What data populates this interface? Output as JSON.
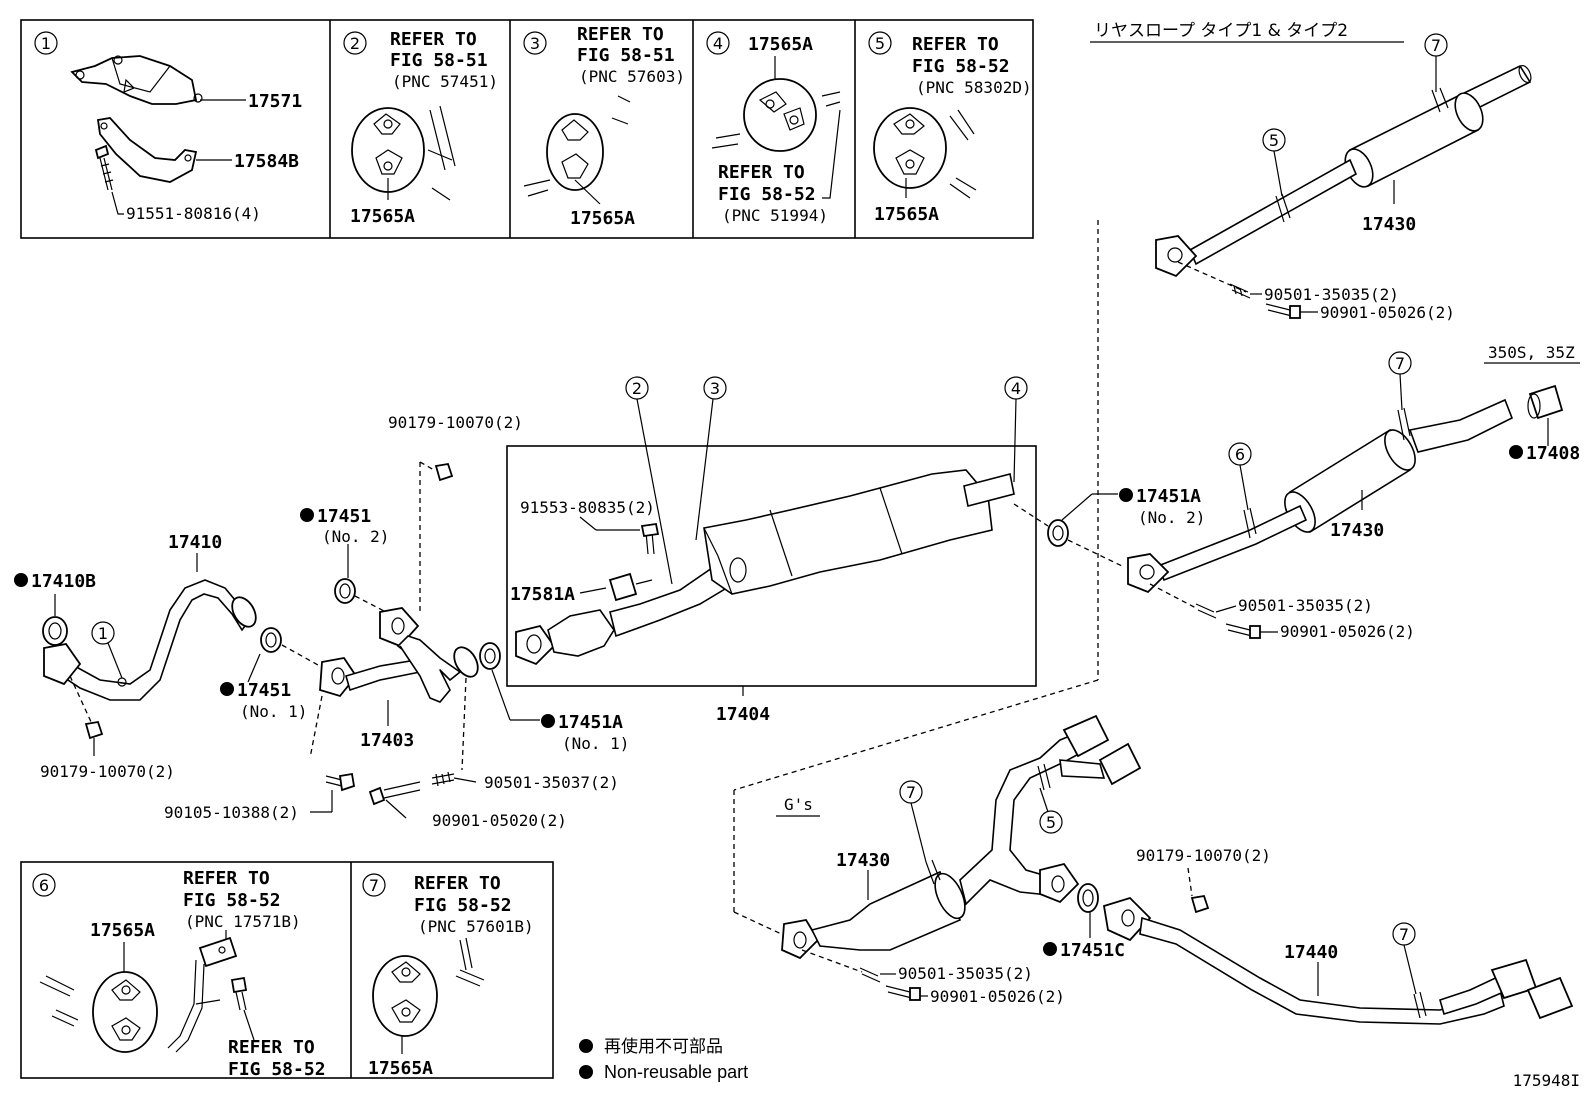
{
  "callouts": {
    "c1": "1",
    "c2": "2",
    "c3": "3",
    "c4": "4",
    "c5": "5",
    "c6": "6",
    "c7": "7"
  },
  "boxes": {
    "b1": {
      "part_a": "17571",
      "part_b": "17584B",
      "bolt": "91551-80816(4)"
    },
    "b2": {
      "refer1": "REFER TO",
      "refer2": "FIG 58-51",
      "refer3": "(PNC 57451)",
      "part": "17565A"
    },
    "b3": {
      "refer1": "REFER TO",
      "refer2": "FIG 58-51",
      "refer3": "(PNC 57603)",
      "part": "17565A"
    },
    "b4": {
      "part": "17565A",
      "refer1": "REFER TO",
      "refer2": "FIG 58-52",
      "refer3": "(PNC 51994)"
    },
    "b5": {
      "refer1": "REFER TO",
      "refer2": "FIG 58-52",
      "refer3": "(PNC 58302D)",
      "part": "17565A"
    },
    "b6": {
      "refer1": "REFER TO",
      "refer2": "FIG 58-52",
      "refer3": "(PNC 17571B)",
      "part": "17565A",
      "refer4": "REFER TO",
      "refer5": "FIG 58-52"
    },
    "b7": {
      "refer1": "REFER TO",
      "refer2": "FIG 58-52",
      "refer3": "(PNC 57601B)",
      "part": "17565A"
    }
  },
  "variants": {
    "rear_slope": "リヤスロープ タイプ1 & タイプ2",
    "grade_350s": "350S, 35Z",
    "gs": "G's"
  },
  "parts": {
    "p17410B": "17410B",
    "p17410": "17410",
    "p17451_no2": "17451",
    "p17451_no2_sub": "(No. 2)",
    "p17451_no1": "17451",
    "p17451_no1_sub": "(No. 1)",
    "p17403": "17403",
    "p17451A_no1": "17451A",
    "p17451A_no1_sub": "(No. 1)",
    "p17404": "17404",
    "p17581A": "17581A",
    "p91553": "91553-80835(2)",
    "p17451A_no2": "17451A",
    "p17451A_no2_sub": "(No. 2)",
    "p90179_top": "90179-10070(2)",
    "p90179_left": "90179-10070(2)",
    "p90105": "90105-10388(2)",
    "p90901_020": "90901-05020(2)",
    "p90501_037": "90501-35037(2)",
    "p17430_a": "17430",
    "p90501_035_a": "90501-35035(2)",
    "p90901_026_a": "90901-05026(2)",
    "p17408": "17408",
    "p17430_b": "17430",
    "p90501_035_b": "90501-35035(2)",
    "p90901_026_b": "90901-05026(2)",
    "p17430_c": "17430",
    "p90501_035_c": "90501-35035(2)",
    "p90901_026_c": "90901-05026(2)",
    "p17451C": "17451C",
    "p90179_right": "90179-10070(2)",
    "p17440": "17440"
  },
  "legend": {
    "jp": "再使用不可部品",
    "en": "Non-reusable part"
  },
  "figure_id": "175948I"
}
